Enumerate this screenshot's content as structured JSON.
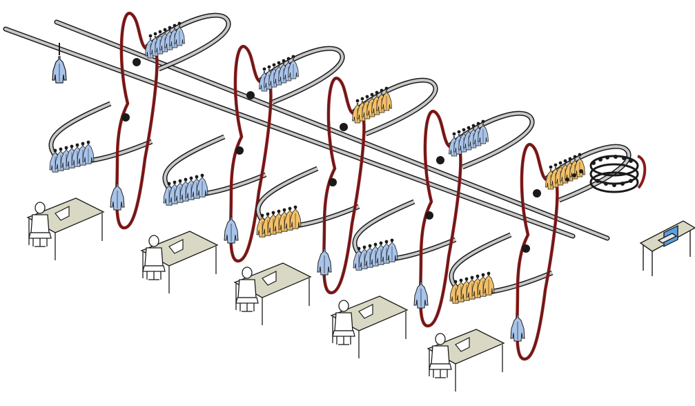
{
  "diagram": {
    "title": "",
    "colors": {
      "background": "#ffffff",
      "rail_fill": "#c8c8c8",
      "rail_stroke": "#1a1a1a",
      "loop_chain": "#8b1a1a",
      "garment_blue": "#a9c4ea",
      "garment_orange": "#f2c069",
      "table_top": "#d9d8c4",
      "monitor_screen": "#5aa0e0",
      "outline": "#1a1a1a"
    },
    "icons": [
      "overhead-rail",
      "hanger-loop",
      "garment-icon",
      "workstation",
      "operator-figure",
      "sewing-machine",
      "control-computer"
    ],
    "stations": [
      {
        "garment": "blue"
      },
      {
        "garment": "blue"
      },
      {
        "garment": "orange"
      },
      {
        "garment": "blue"
      },
      {
        "garment": "orange"
      }
    ]
  }
}
